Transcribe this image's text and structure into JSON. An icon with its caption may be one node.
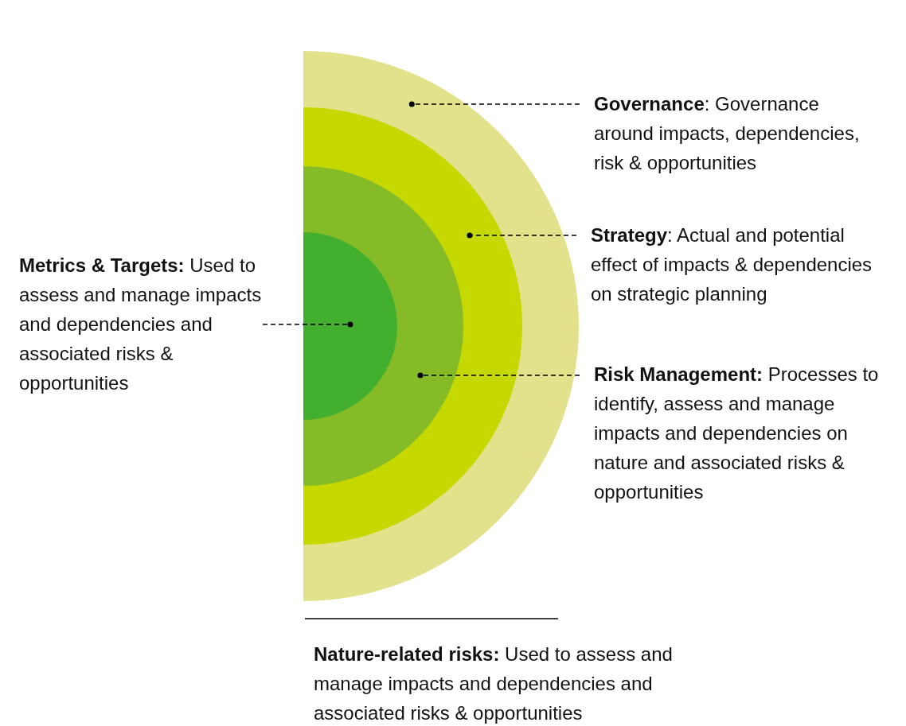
{
  "diagram": {
    "nodes": [
      {
        "text": [],
        "shape": "band"
      },
      {
        "text": [],
        "shape": "band",
        "in": 0
      },
      {
        "text": [],
        "shape": "band",
        "in": 1
      },
      {
        "text": [],
        "shape": "band",
        "in": 2
      },
      {
        "text": [
          "**Governance**: Governance around impacts, dependencies, risk & opportunities"
        ]
      },
      {
        "text": [
          "**Strategy**: Actual and potential effect of impacts & dependencies on strategic planning"
        ]
      },
      {
        "text": [
          "**Risk Management:** Processes to identify, assess and manage impacts and dependencies on nature and associated risks & opportunities"
        ]
      },
      {
        "text": [
          "**Metrics & Targets:** Used to assess and manage impacts and dependencies and associated risks & opportunities"
        ]
      }
    ],
    "edges": [
      {
        "from": 4,
        "to": 0,
        "arrow": "other",
        "style": "dashed"
      },
      {
        "from": 5,
        "to": 1,
        "arrow": "other",
        "style": "dashed"
      },
      {
        "from": 6,
        "to": 2,
        "arrow": "other",
        "style": "dashed"
      },
      {
        "from": 7,
        "to": 3,
        "arrow": "other",
        "style": "dashed"
      }
    ],
    "labels": [
      "**Nature-related risks:** Used to assess and manage impacts and dependencies and associated risks & opportunities"
    ]
  }
}
